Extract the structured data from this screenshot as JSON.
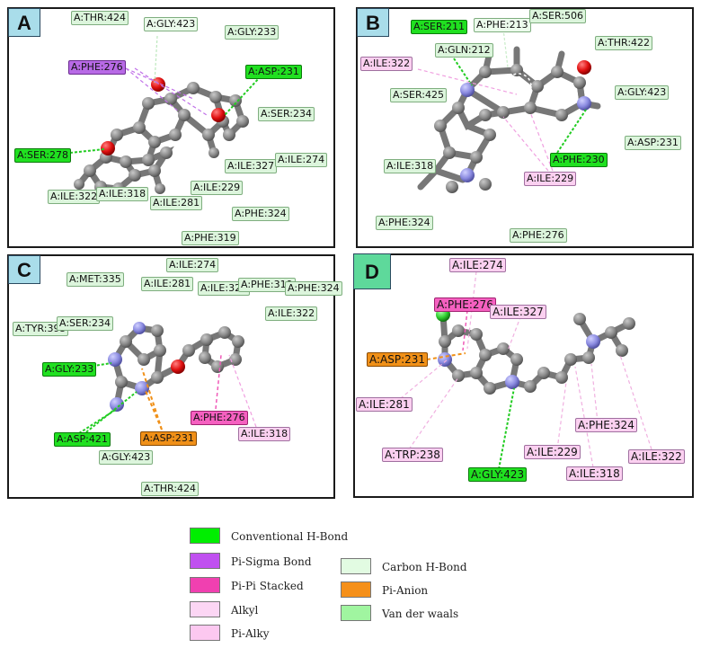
{
  "panels": [
    {
      "label": "A",
      "label_color": "#a9ddea",
      "residues": [
        {
          "text": "A:THR:424",
          "type": "vdw"
        },
        {
          "text": "A:GLY:423",
          "type": "carbon"
        },
        {
          "text": "A:GLY:233",
          "type": "vdw"
        },
        {
          "text": "A:PHE:276",
          "type": "sigma"
        },
        {
          "text": "A:ASP:231",
          "type": "hbond"
        },
        {
          "text": "A:SER:234",
          "type": "vdw"
        },
        {
          "text": "A:SER:278",
          "type": "hbond"
        },
        {
          "text": "A:ILE:327",
          "type": "vdw"
        },
        {
          "text": "A:ILE:274",
          "type": "vdw"
        },
        {
          "text": "A:ILE:322",
          "type": "vdw"
        },
        {
          "text": "A:ILE:318",
          "type": "vdw"
        },
        {
          "text": "A:ILE:229",
          "type": "vdw"
        },
        {
          "text": "A:ILE:281",
          "type": "vdw"
        },
        {
          "text": "A:PHE:324",
          "type": "vdw"
        },
        {
          "text": "A:PHE:319",
          "type": "vdw"
        }
      ]
    },
    {
      "label": "B",
      "label_color": "#a9ddea",
      "residues": [
        {
          "text": "A:SER:211",
          "type": "hbond"
        },
        {
          "text": "A:PHE:213",
          "type": "carbon"
        },
        {
          "text": "A:SER:506",
          "type": "vdw"
        },
        {
          "text": "A:GLN:212",
          "type": "vdw"
        },
        {
          "text": "A:THR:422",
          "type": "vdw"
        },
        {
          "text": "A:ILE:322",
          "type": "alkyl"
        },
        {
          "text": "A:GLY:423",
          "type": "vdw"
        },
        {
          "text": "A:SER:425",
          "type": "vdw"
        },
        {
          "text": "A:ASP:231",
          "type": "vdw"
        },
        {
          "text": "A:PHE:230",
          "type": "hbond"
        },
        {
          "text": "A:ILE:318",
          "type": "vdw"
        },
        {
          "text": "A:ILE:229",
          "type": "alkyl"
        },
        {
          "text": "A:PHE:324",
          "type": "vdw"
        },
        {
          "text": "A:PHE:276",
          "type": "vdw"
        }
      ]
    },
    {
      "label": "C",
      "label_color": "#a9ddea",
      "residues": [
        {
          "text": "A:ILE:274",
          "type": "vdw"
        },
        {
          "text": "A:MET:335",
          "type": "vdw"
        },
        {
          "text": "A:ILE:281",
          "type": "vdw"
        },
        {
          "text": "A:ILE:327",
          "type": "vdw"
        },
        {
          "text": "A:PHE:319",
          "type": "vdw"
        },
        {
          "text": "A:PHE:324",
          "type": "vdw"
        },
        {
          "text": "A:TYR:395",
          "type": "vdw"
        },
        {
          "text": "A:SER:234",
          "type": "vdw"
        },
        {
          "text": "A:ILE:322",
          "type": "vdw"
        },
        {
          "text": "A:GLY:233",
          "type": "hbond"
        },
        {
          "text": "A:PHE:276",
          "type": "stack"
        },
        {
          "text": "A:ILE:318",
          "type": "alkyl"
        },
        {
          "text": "A:ASP:421",
          "type": "hbond"
        },
        {
          "text": "A:ASP:231",
          "type": "anion"
        },
        {
          "text": "A:GLY:423",
          "type": "vdw"
        },
        {
          "text": "A:THR:424",
          "type": "vdw"
        }
      ]
    },
    {
      "label": "D",
      "label_color": "#5ed99b",
      "residues": [
        {
          "text": "A:ILE:274",
          "type": "alkyl"
        },
        {
          "text": "A:PHE:276",
          "type": "stack"
        },
        {
          "text": "A:ILE:327",
          "type": "alkyl"
        },
        {
          "text": "A:ASP:231",
          "type": "anion"
        },
        {
          "text": "A:ILE:281",
          "type": "alkyl"
        },
        {
          "text": "A:PHE:324",
          "type": "alkyl"
        },
        {
          "text": "A:TRP:238",
          "type": "alkyl"
        },
        {
          "text": "A:ILE:229",
          "type": "alkyl"
        },
        {
          "text": "A:ILE:322",
          "type": "alkyl"
        },
        {
          "text": "A:ILE:318",
          "type": "alkyl"
        },
        {
          "text": "A:GLY:423",
          "type": "hbond"
        }
      ]
    }
  ],
  "legend": [
    {
      "label": "Conventional H-Bond",
      "color": "#00ee00"
    },
    {
      "label": "Pi-Sigma Bond",
      "color": "#c050f0"
    },
    {
      "label": "Pi-Pi Stacked",
      "color": "#f040b0"
    },
    {
      "label": "Alkyl",
      "color": "#fcd6f4"
    },
    {
      "label": "Pi-Alky",
      "color": "#fcc8f0"
    },
    {
      "label": "Carbon H-Bond",
      "color": "#e2fbe2"
    },
    {
      "label": "Pi-Anion",
      "color": "#f5901a"
    },
    {
      "label": "Van der waals",
      "color": "#a0f5a0"
    }
  ]
}
